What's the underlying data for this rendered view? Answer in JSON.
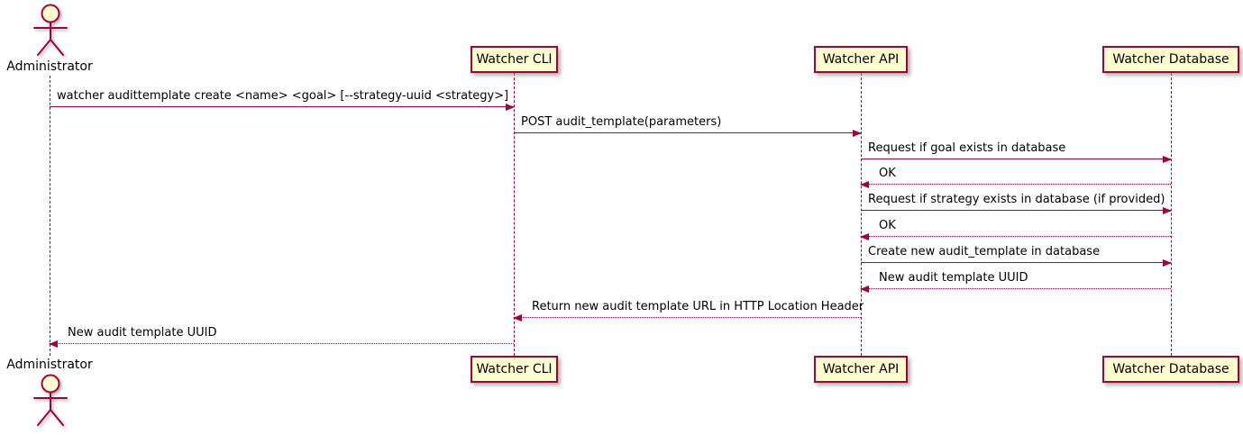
{
  "diagram_type": "uml-sequence",
  "colors": {
    "accent": "#a80036",
    "participant_fill": "#fefece",
    "text": "#000000",
    "background": "#ffffff"
  },
  "actors": [
    {
      "name": "Administrator"
    }
  ],
  "participants": [
    {
      "label": "Watcher CLI"
    },
    {
      "label": "Watcher API"
    },
    {
      "label": "Watcher Database"
    }
  ],
  "messages": [
    {
      "from": "Administrator",
      "to": "Watcher CLI",
      "style": "solid",
      "label": "watcher audittemplate create <name> <goal> [--strategy-uuid <strategy>]"
    },
    {
      "from": "Watcher CLI",
      "to": "Watcher API",
      "style": "solid",
      "label": "POST audit_template(parameters)"
    },
    {
      "from": "Watcher API",
      "to": "Watcher Database",
      "style": "solid",
      "label": "Request if goal exists in database"
    },
    {
      "from": "Watcher Database",
      "to": "Watcher API",
      "style": "dotted-return",
      "label": "OK"
    },
    {
      "from": "Watcher API",
      "to": "Watcher Database",
      "style": "solid",
      "label": "Request if strategy exists in database (if provided)"
    },
    {
      "from": "Watcher Database",
      "to": "Watcher API",
      "style": "dotted-return",
      "label": "OK"
    },
    {
      "from": "Watcher API",
      "to": "Watcher Database",
      "style": "solid",
      "label": "Create new audit_template in database"
    },
    {
      "from": "Watcher Database",
      "to": "Watcher API",
      "style": "dotted-return",
      "label": "New audit template UUID"
    },
    {
      "from": "Watcher API",
      "to": "Watcher CLI",
      "style": "dotted-return",
      "label": "Return new audit template URL in HTTP Location Header"
    },
    {
      "from": "Watcher CLI",
      "to": "Administrator",
      "style": "dotted-return",
      "label": "New audit template UUID"
    }
  ]
}
